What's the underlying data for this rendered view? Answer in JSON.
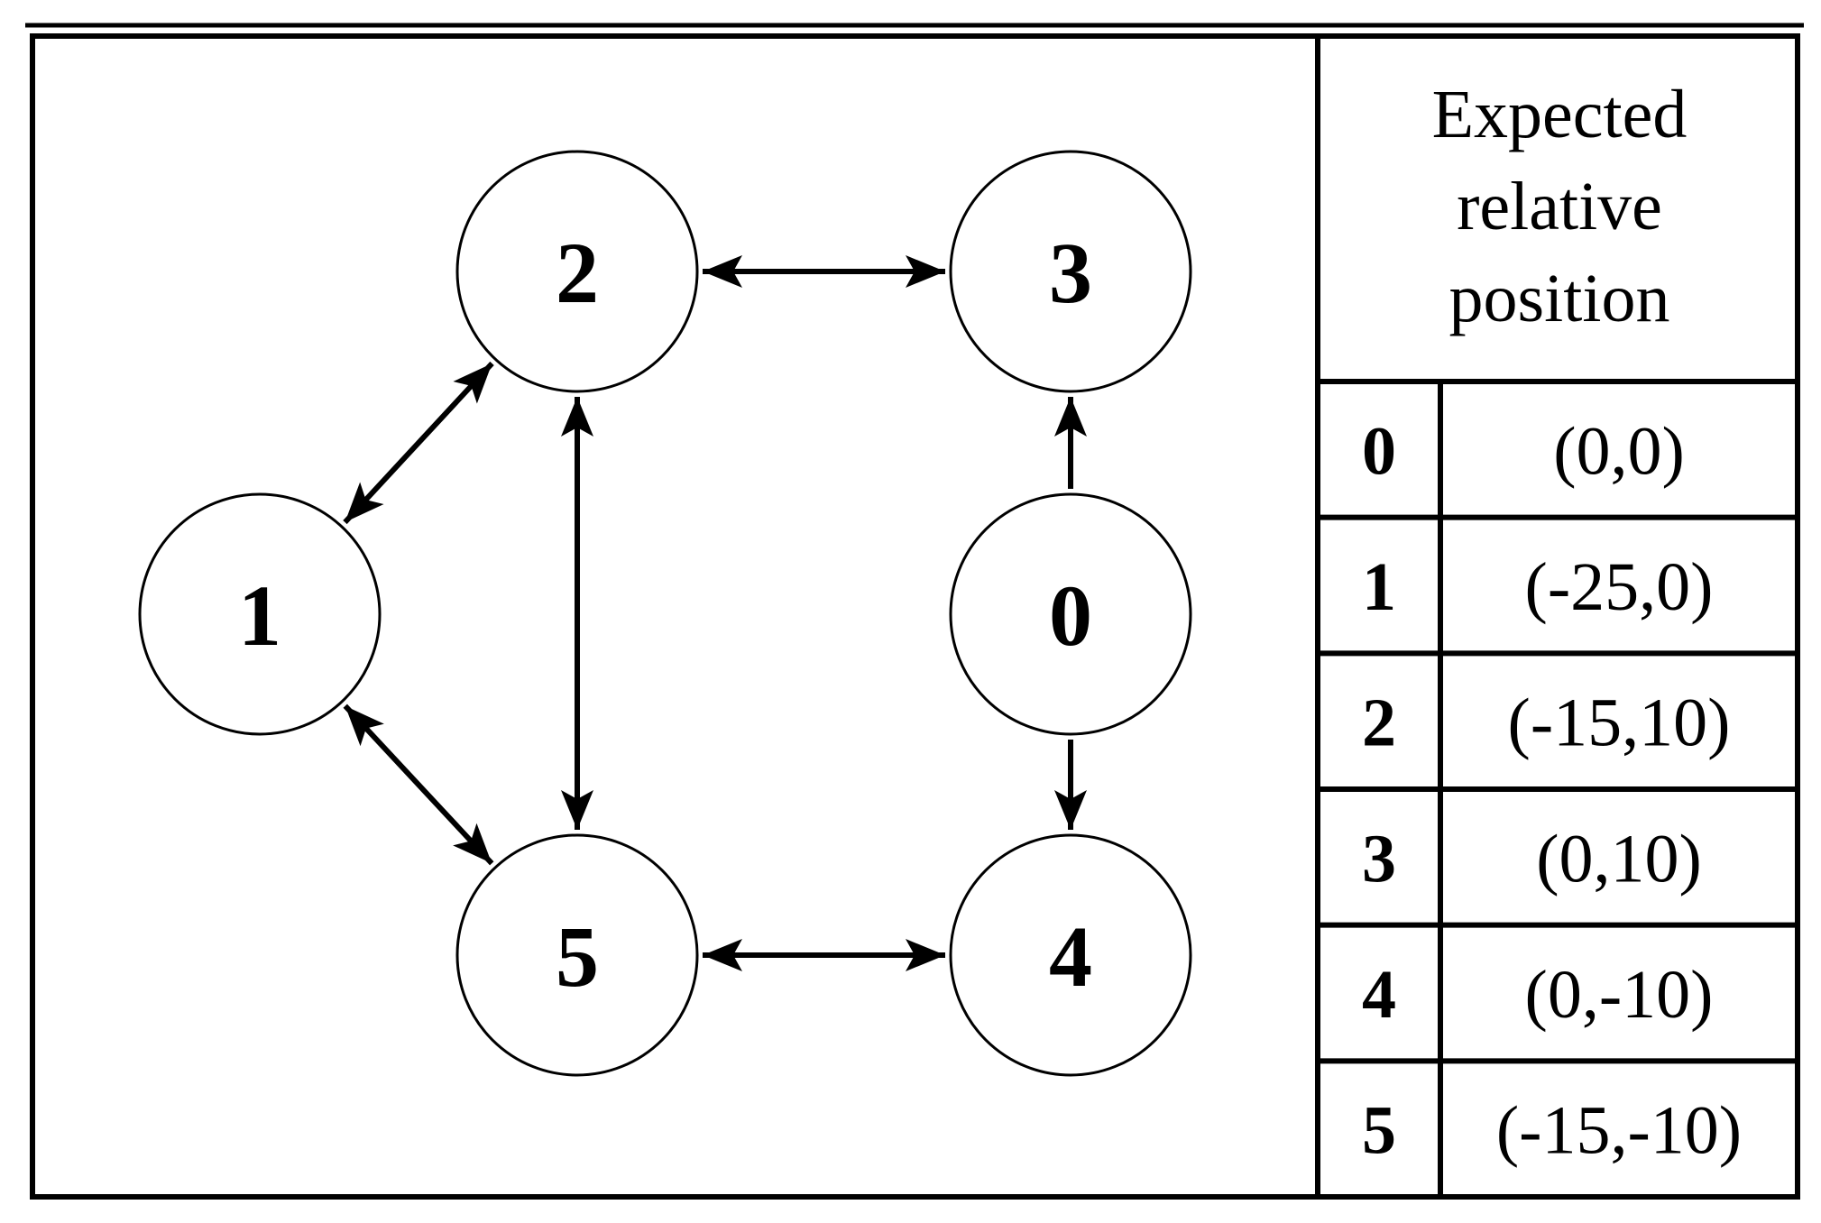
{
  "diagram": {
    "nodes": [
      {
        "id": "0",
        "label": "0"
      },
      {
        "id": "1",
        "label": "1"
      },
      {
        "id": "2",
        "label": "2"
      },
      {
        "id": "3",
        "label": "3"
      },
      {
        "id": "4",
        "label": "4"
      },
      {
        "id": "5",
        "label": "5"
      }
    ],
    "edges": [
      {
        "from": "2",
        "to": "3",
        "direction": "both"
      },
      {
        "from": "1",
        "to": "2",
        "direction": "both"
      },
      {
        "from": "1",
        "to": "5",
        "direction": "both"
      },
      {
        "from": "2",
        "to": "5",
        "direction": "both"
      },
      {
        "from": "5",
        "to": "4",
        "direction": "both"
      },
      {
        "from": "0",
        "to": "3",
        "direction": "forward"
      },
      {
        "from": "0",
        "to": "4",
        "direction": "forward"
      }
    ]
  },
  "table": {
    "header_lines": [
      "Expected",
      "relative",
      "position"
    ],
    "rows": [
      {
        "id": "0",
        "position": "(0,0)"
      },
      {
        "id": "1",
        "position": "(-25,0)"
      },
      {
        "id": "2",
        "position": "(-15,10)"
      },
      {
        "id": "3",
        "position": "(0,10)"
      },
      {
        "id": "4",
        "position": "(0,-10)"
      },
      {
        "id": "5",
        "position": "(-15,-10)"
      }
    ]
  }
}
